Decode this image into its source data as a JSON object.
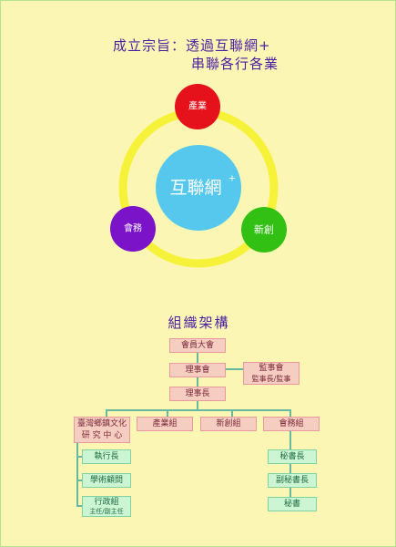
{
  "header": {
    "line1": "成立宗旨：透過互聯網+",
    "line2": "串聯各行各業"
  },
  "diagram": {
    "center": {
      "label": "互聯網",
      "sup": "+",
      "color": "#56c8ee"
    },
    "ring_color": "#f6f239",
    "nodes": [
      {
        "key": "industry",
        "label": "產業",
        "color": "#e5121c"
      },
      {
        "key": "innovation",
        "label": "新創",
        "color": "#33c014"
      },
      {
        "key": "affairs",
        "label": "會務",
        "color": "#7b14c9"
      }
    ]
  },
  "org": {
    "title": "組織架構",
    "general_assembly": "會員大會",
    "board_of_directors": "理事會",
    "supervisors": {
      "line1": "監事會",
      "line2": "監事長/監事"
    },
    "chairman": "理事長",
    "departments": [
      {
        "line1": "臺灣鄉鎮文化",
        "line2": "研 究 中 心"
      },
      {
        "line1": "產業組"
      },
      {
        "line1": "新創組"
      },
      {
        "line1": "會務組"
      }
    ],
    "left_children": [
      {
        "line1": "執行長"
      },
      {
        "line1": "學術顧問"
      },
      {
        "line1": "行政組",
        "line2": "主任/副主任"
      }
    ],
    "right_children": [
      {
        "line1": "秘書長"
      },
      {
        "line1": "副秘書長"
      },
      {
        "line1": "秘書"
      }
    ]
  }
}
